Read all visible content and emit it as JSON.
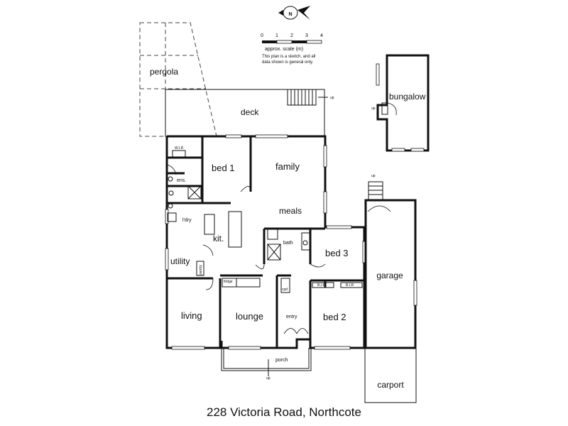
{
  "address": "228 Victoria Road, Northcote",
  "compass": "N",
  "scale": {
    "ticks": [
      "0",
      "1",
      "2",
      "3",
      "4"
    ],
    "label": "approx. scale (m)",
    "note_line1": "This plan is a sketch, and all",
    "note_line2": "data shown is general only."
  },
  "rooms": {
    "pergola": "pergola",
    "deck": "deck",
    "bungalow": "bungalow",
    "bed1": "bed 1",
    "family": "family",
    "meals": "meals",
    "ens": "ens.",
    "wir": "W.I.R",
    "ldry": "l'dry",
    "kit": "kit.",
    "utility": "utility",
    "bath": "bath",
    "bed3": "bed 3",
    "garage": "garage",
    "living": "living",
    "lounge": "lounge",
    "entry": "entry",
    "bed2": "bed 2",
    "porch": "porch",
    "carport": "carport",
    "fridge": "fridge",
    "cpd": "cpd",
    "pantry": "pantry",
    "bir1": "B.I.R",
    "bir2": "B.I.R"
  },
  "markers": {
    "up": "up"
  }
}
